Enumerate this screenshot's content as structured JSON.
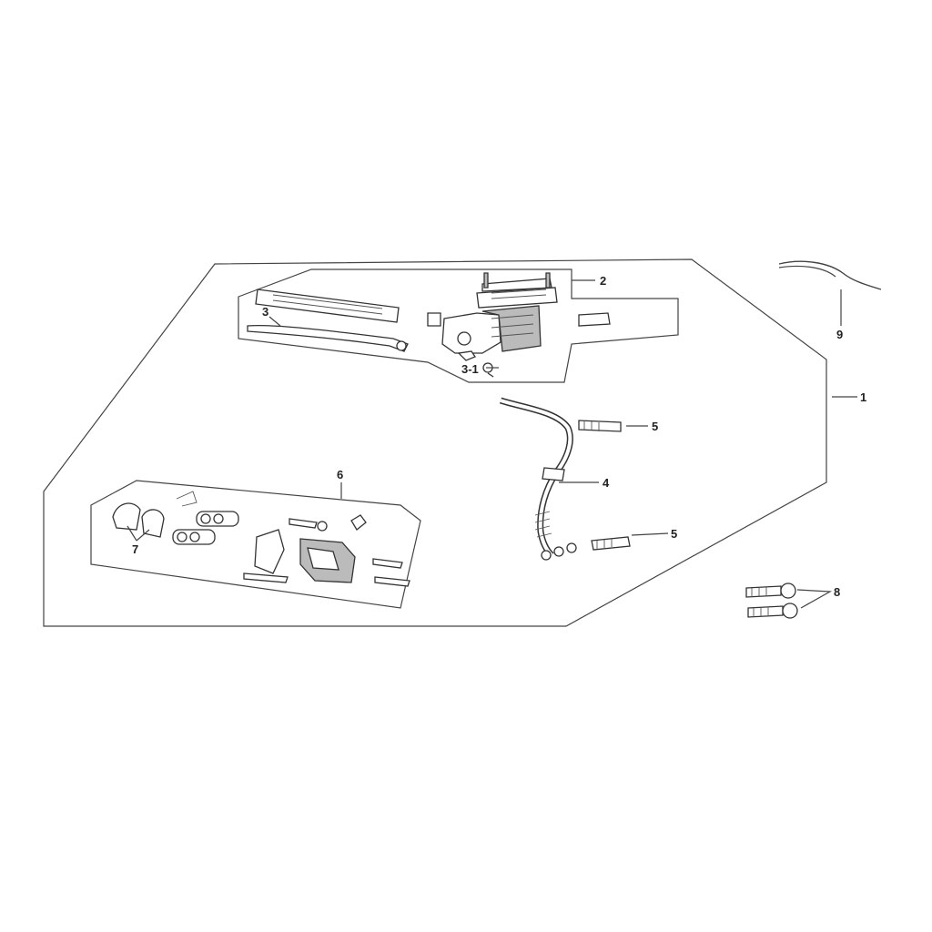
{
  "diagram": {
    "callouts": {
      "c1": "1",
      "c2": "2",
      "c3": "3",
      "c3_1": "3-1",
      "c4": "4",
      "c5a": "5",
      "c5b": "5",
      "c6": "6",
      "c7": "7",
      "c8": "8",
      "c9": "9"
    }
  }
}
